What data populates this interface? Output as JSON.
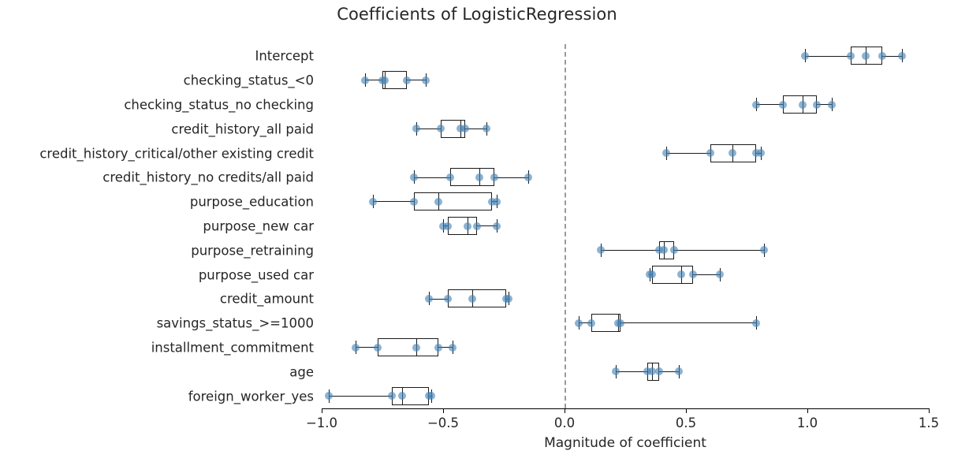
{
  "chart_data": {
    "type": "box",
    "title": "Coefficients of LogisticRegression",
    "xlabel": "Magnitude of coefficient",
    "ylabel": "",
    "xlim": [
      -1.0,
      1.5
    ],
    "xticks": [
      -1.0,
      -0.5,
      0.0,
      0.5,
      1.0,
      1.5
    ],
    "xticklabels": [
      "−1.0",
      "−0.5",
      "0.0",
      "0.5",
      "1.0",
      "1.5"
    ],
    "grid": false,
    "legend": "none",
    "orientation": "horizontal",
    "reference_line": {
      "x": 0.0,
      "style": "dashed",
      "color": "#9a9a9a"
    },
    "marker_color": "#4682b4",
    "box_edge_color": "#1a1a1a",
    "categories": [
      "Intercept",
      "checking_status_<0",
      "checking_status_no checking",
      "credit_history_all paid",
      "credit_history_critical/other existing credit",
      "credit_history_no credits/all paid",
      "purpose_education",
      "purpose_new car",
      "purpose_retraining",
      "purpose_used car",
      "credit_amount",
      "savings_status_>=1000",
      "installment_commitment",
      "age",
      "foreign_worker_yes"
    ],
    "boxes": [
      {
        "label": "Intercept",
        "min": 0.99,
        "q1": 1.18,
        "median": 1.24,
        "q3": 1.31,
        "max": 1.39,
        "points": [
          0.99,
          1.18,
          1.24,
          1.31,
          1.39
        ]
      },
      {
        "label": "checking_status_<0",
        "min": -0.82,
        "q1": -0.75,
        "median": -0.74,
        "q3": -0.65,
        "max": -0.57,
        "points": [
          -0.82,
          -0.75,
          -0.74,
          -0.65,
          -0.57
        ]
      },
      {
        "label": "checking_status_no checking",
        "min": 0.79,
        "q1": 0.9,
        "median": 0.98,
        "q3": 1.04,
        "max": 1.1,
        "points": [
          0.79,
          0.9,
          0.98,
          1.04,
          1.1
        ]
      },
      {
        "label": "credit_history_all paid",
        "min": -0.61,
        "q1": -0.51,
        "median": -0.43,
        "q3": -0.41,
        "max": -0.32,
        "points": [
          -0.61,
          -0.51,
          -0.43,
          -0.41,
          -0.32
        ]
      },
      {
        "label": "credit_history_critical/other existing credit",
        "min": 0.42,
        "q1": 0.6,
        "median": 0.69,
        "q3": 0.79,
        "max": 0.81,
        "points": [
          0.42,
          0.6,
          0.69,
          0.79,
          0.81
        ]
      },
      {
        "label": "credit_history_no credits/all paid",
        "min": -0.62,
        "q1": -0.47,
        "median": -0.35,
        "q3": -0.29,
        "max": -0.15,
        "points": [
          -0.62,
          -0.47,
          -0.35,
          -0.29,
          -0.15
        ]
      },
      {
        "label": "purpose_education",
        "min": -0.79,
        "q1": -0.62,
        "median": -0.52,
        "q3": -0.3,
        "max": -0.28,
        "points": [
          -0.79,
          -0.62,
          -0.52,
          -0.3,
          -0.28
        ]
      },
      {
        "label": "purpose_new car",
        "min": -0.5,
        "q1": -0.48,
        "median": -0.4,
        "q3": -0.36,
        "max": -0.28,
        "points": [
          -0.5,
          -0.48,
          -0.4,
          -0.36,
          -0.28
        ]
      },
      {
        "label": "purpose_retraining",
        "min": 0.15,
        "q1": 0.39,
        "median": 0.41,
        "q3": 0.45,
        "max": 0.82,
        "points": [
          0.15,
          0.39,
          0.41,
          0.45,
          0.82
        ]
      },
      {
        "label": "purpose_used car",
        "min": 0.35,
        "q1": 0.36,
        "median": 0.48,
        "q3": 0.53,
        "max": 0.64,
        "points": [
          0.35,
          0.36,
          0.48,
          0.53,
          0.64
        ]
      },
      {
        "label": "credit_amount",
        "min": -0.56,
        "q1": -0.48,
        "median": -0.38,
        "q3": -0.24,
        "max": -0.23,
        "points": [
          -0.56,
          -0.48,
          -0.38,
          -0.24,
          -0.23
        ]
      },
      {
        "label": "savings_status_>=1000",
        "min": 0.06,
        "q1": 0.11,
        "median": 0.22,
        "q3": 0.23,
        "max": 0.79,
        "points": [
          0.06,
          0.11,
          0.22,
          0.23,
          0.79
        ]
      },
      {
        "label": "installment_commitment",
        "min": -0.86,
        "q1": -0.77,
        "median": -0.61,
        "q3": -0.52,
        "max": -0.46,
        "points": [
          -0.86,
          -0.77,
          -0.61,
          -0.52,
          -0.46
        ]
      },
      {
        "label": "age",
        "min": 0.21,
        "q1": 0.34,
        "median": 0.36,
        "q3": 0.39,
        "max": 0.47,
        "points": [
          0.21,
          0.34,
          0.36,
          0.39,
          0.47
        ]
      },
      {
        "label": "foreign_worker_yes",
        "min": -0.97,
        "q1": -0.71,
        "median": -0.67,
        "q3": -0.56,
        "max": -0.55,
        "points": [
          -0.97,
          -0.71,
          -0.67,
          -0.56,
          -0.55
        ]
      }
    ]
  }
}
